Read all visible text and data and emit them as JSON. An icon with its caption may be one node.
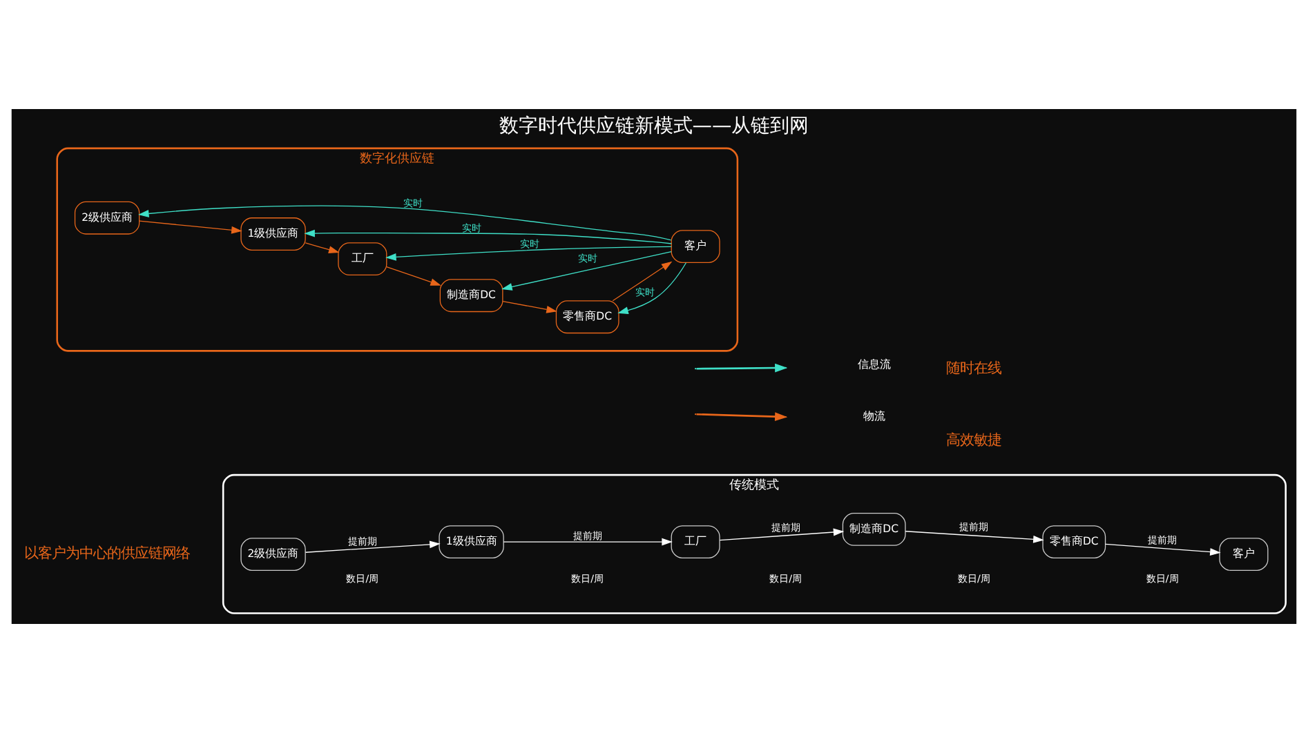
{
  "diagram": {
    "title": "数字时代供应链新模式——从链到网",
    "nodes": [
      {
        "text": [
          "传统模式"
        ]
      },
      {
        "text": [
          "2级供应商"
        ],
        "in": 0
      },
      {
        "text": [
          "1级供应商"
        ],
        "in": 0
      },
      {
        "text": [
          "工厂"
        ],
        "in": 0
      },
      {
        "text": [
          "制造商DC"
        ],
        "in": 0
      },
      {
        "text": [
          "零售商DC"
        ],
        "in": 0
      },
      {
        "text": [
          "客户"
        ],
        "in": 0
      },
      {
        "text": [
          "数字化供应链"
        ]
      },
      {
        "text": [
          "2级供应商"
        ],
        "in": 7
      },
      {
        "text": [
          "客户"
        ],
        "in": 7
      },
      {
        "text": [
          "1级供应商"
        ],
        "in": 7
      },
      {
        "text": [
          "工厂"
        ],
        "in": 7
      },
      {
        "text": [
          "制造商DC"
        ],
        "in": 7
      },
      {
        "text": [
          "零售商DC"
        ],
        "in": 7
      }
    ],
    "edges": [
      {
        "from": 1,
        "to": 2,
        "arrow": "to",
        "label": "提前期"
      },
      {
        "from": 2,
        "to": 3,
        "arrow": "to",
        "label": "提前期"
      },
      {
        "from": 3,
        "to": 4,
        "arrow": "to",
        "label": "提前期"
      },
      {
        "from": 4,
        "to": 5,
        "arrow": "to",
        "label": "提前期"
      },
      {
        "from": 5,
        "to": 6,
        "arrow": "to",
        "label": "提前期"
      },
      {
        "from": 9,
        "to": 8,
        "arrow": "to",
        "label": "实时",
        "color": "#3fe0c8"
      },
      {
        "from": 9,
        "to": 10,
        "arrow": "to",
        "label": "实时",
        "color": "#3fe0c8"
      },
      {
        "from": 9,
        "to": 11,
        "arrow": "to",
        "label": "实时",
        "color": "#3fe0c8"
      },
      {
        "from": 9,
        "to": 12,
        "arrow": "to",
        "label": "实时",
        "color": "#3fe0c8"
      },
      {
        "from": 9,
        "to": 13,
        "arrow": "to",
        "label": "实时",
        "color": "#3fe0c8"
      },
      {
        "from": 13,
        "to": 9,
        "arrow": "to",
        "color": "#e8661a"
      },
      {
        "from": 8,
        "to": 10,
        "arrow": "to",
        "color": "#e8661a"
      },
      {
        "from": 10,
        "to": 11,
        "arrow": "to",
        "color": "#e8661a"
      },
      {
        "from": 11,
        "to": 12,
        "arrow": "to",
        "color": "#e8661a"
      },
      {
        "from": 12,
        "to": 13,
        "arrow": "to",
        "color": "#e8661a"
      }
    ],
    "labels": [
      "以客户为中心的供应链网络",
      "数日/周",
      "数日/周",
      "数日/周",
      "数日/周",
      "数日/周",
      "随时在线",
      "高效敏捷"
    ],
    "legend": [
      {
        "text": "信息流"
      },
      {
        "text": "物流"
      }
    ]
  }
}
